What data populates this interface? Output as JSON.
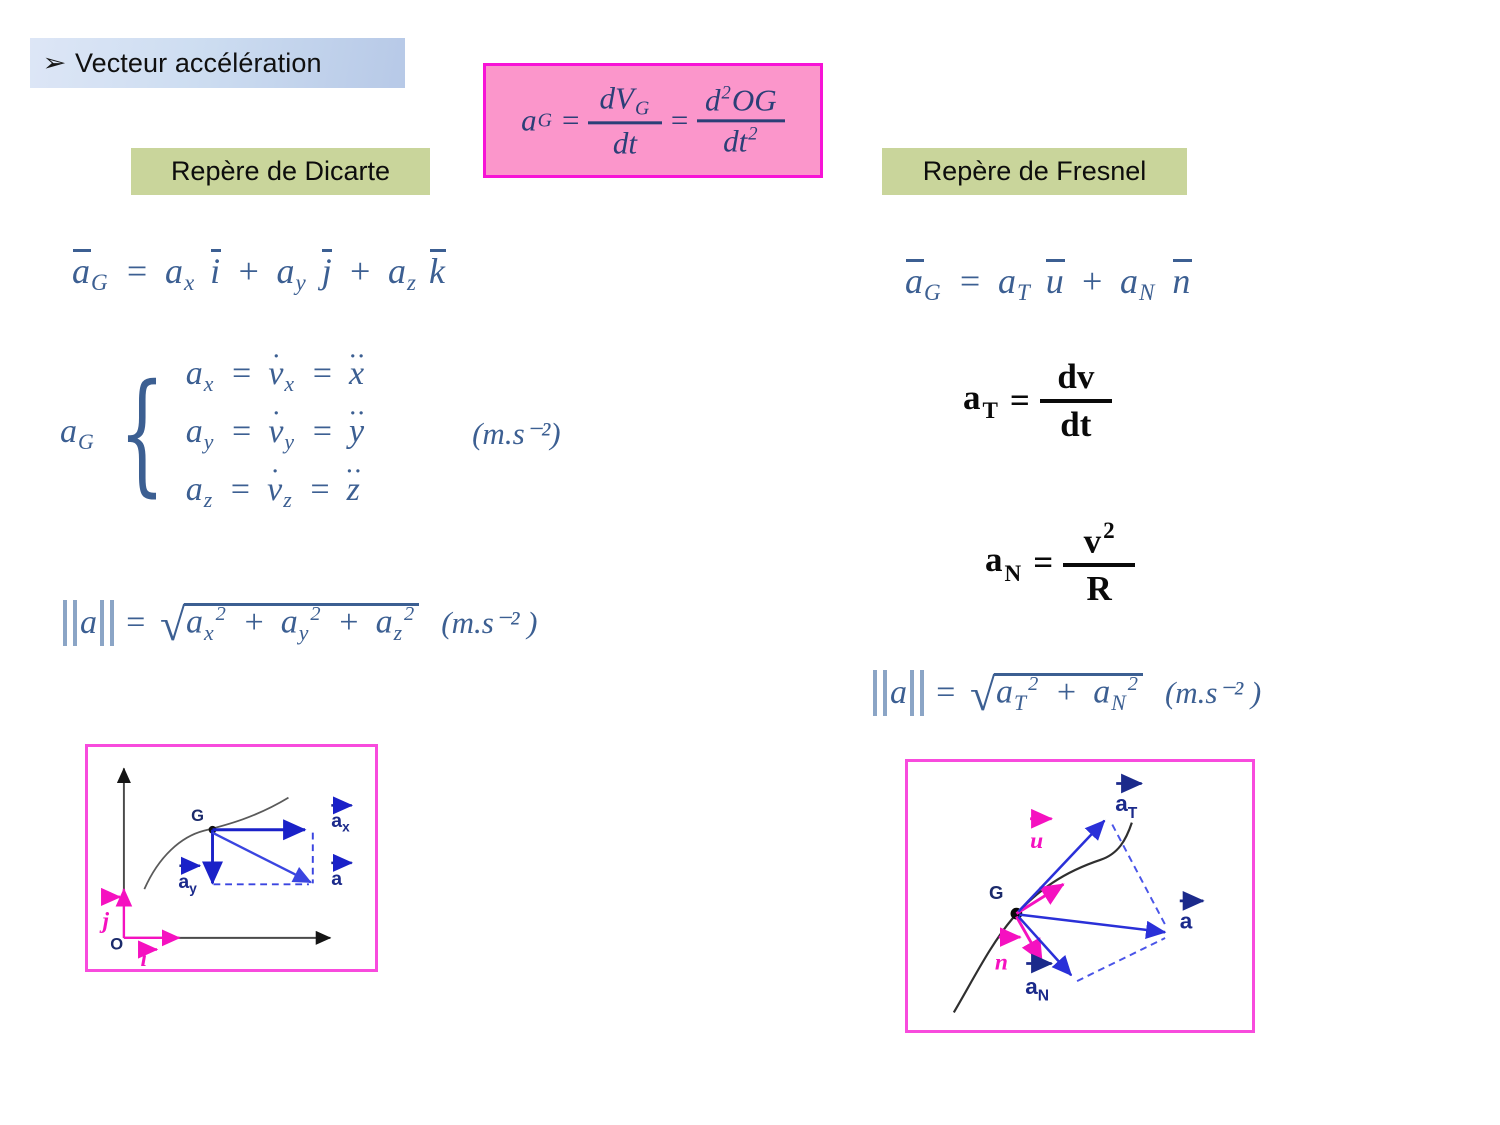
{
  "slide": {
    "title": {
      "bullet": "➢",
      "text": "Vecteur accélération"
    },
    "master_formula": {
      "lhs_vec": "a",
      "lhs_sub": "G",
      "eq1": "=",
      "num1": "dV",
      "num1_sub": "G",
      "den1": "dt",
      "eq2": "=",
      "num2_d": "d",
      "num2_sup": "2",
      "num2_vec": "OG",
      "den2": "dt",
      "den2_sup": "2"
    },
    "headings": {
      "left": "Repère de Dicarte",
      "right": "Repère de Fresnel"
    }
  },
  "cartesian": {
    "decomposition": {
      "lhs": "a",
      "lhs_sub": "G",
      "eq": "=",
      "t1_coef": "a",
      "t1_sub": "x",
      "t1_unit": "i",
      "plus1": "+",
      "t2_coef": "a",
      "t2_sub": "y",
      "t2_unit": "j",
      "plus2": "+",
      "t3_coef": "a",
      "t3_sub": "z",
      "t3_unit": "k"
    },
    "system": {
      "lhs": "a",
      "lhs_sub": "G",
      "rows": [
        {
          "a": "a",
          "a_sub": "x",
          "eq1": "=",
          "v": "v",
          "v_sub": "x",
          "eq2": "=",
          "coord": "x"
        },
        {
          "a": "a",
          "a_sub": "y",
          "eq1": "=",
          "v": "v",
          "v_sub": "y",
          "eq2": "=",
          "coord": "y"
        },
        {
          "a": "a",
          "a_sub": "z",
          "eq1": "=",
          "v": "v",
          "v_sub": "z",
          "eq2": "=",
          "coord": "z"
        }
      ],
      "unit": "(m.s⁻²)"
    },
    "norm": {
      "lhs": "a",
      "eq": "=",
      "t1": "a",
      "t1_sub": "x",
      "t1_sup": "2",
      "plus1": "+",
      "t2": "a",
      "t2_sub": "y",
      "t2_sup": "2",
      "plus2": "+",
      "t3": "a",
      "t3_sub": "z",
      "t3_sup": "2",
      "unit": "(m.s⁻² )"
    },
    "diagram": {
      "origin_label": "O",
      "point_label": "G",
      "unit_i": "i",
      "unit_j": "j",
      "vec_ax": "a",
      "vec_ax_sub": "x",
      "vec_ay": "a",
      "vec_ay_sub": "y",
      "vec_a": "a"
    }
  },
  "fresnel": {
    "decomposition": {
      "lhs": "a",
      "lhs_sub": "G",
      "eq": "=",
      "t1_coef": "a",
      "t1_sub": "T",
      "t1_unit": "u",
      "plus": "+",
      "t2_coef": "a",
      "t2_sub": "N",
      "t2_unit": "n"
    },
    "tangential": {
      "lhs": "a",
      "lhs_sub": "T",
      "eq": "=",
      "num": "dv",
      "den": "dt"
    },
    "normal": {
      "lhs": "a",
      "lhs_sub": "N",
      "eq": "=",
      "num": "v",
      "num_sup": "2",
      "den": "R"
    },
    "norm": {
      "lhs": "a",
      "eq": "=",
      "t1": "a",
      "t1_sub": "T",
      "t1_sup": "2",
      "plus": "+",
      "t2": "a",
      "t2_sub": "N",
      "t2_sup": "2",
      "unit": "(m.s⁻² )"
    },
    "diagram": {
      "point_label": "G",
      "unit_u": "u",
      "unit_n": "n",
      "vec_at": "a",
      "vec_at_sub": "T",
      "vec_an": "a",
      "vec_an_sub": "N",
      "vec_a": "a"
    }
  },
  "colors": {
    "title_gradient_start": "#dde6f6",
    "title_gradient_end": "#b7c9e7",
    "formula_pink_fill": "#fb96cb",
    "formula_pink_border": "#f713d6",
    "heading_green": "#c9d59b",
    "math_blue": "#3c5f92",
    "vector_blue": "#1a21c8",
    "unit_vector_magenta": "#f511c0",
    "curve_gray": "#5a5a5a"
  }
}
